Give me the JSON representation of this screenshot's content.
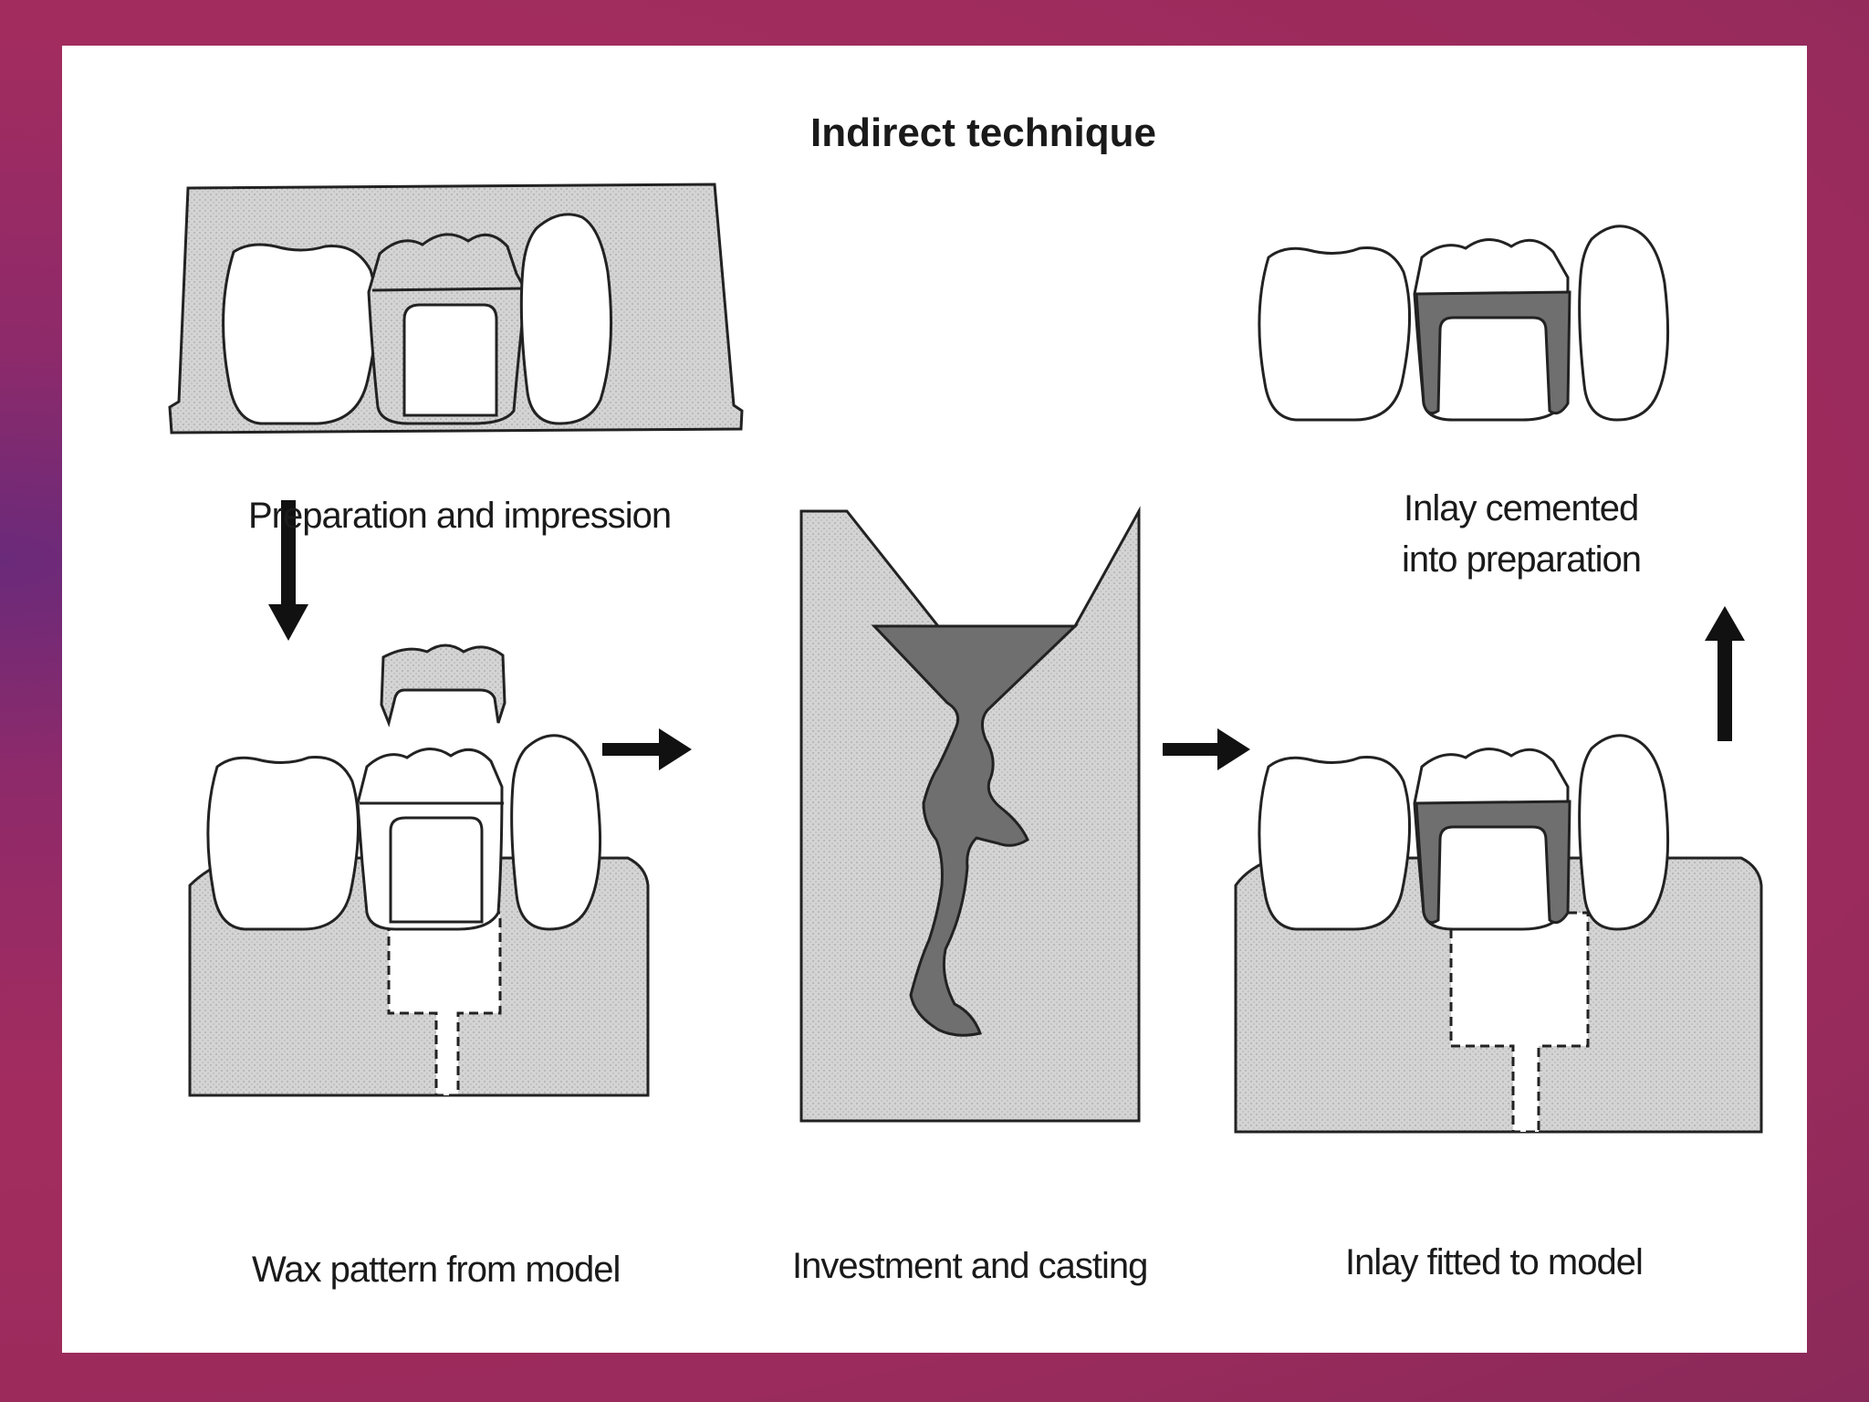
{
  "diagram": {
    "title": "Indirect technique",
    "steps": {
      "preparation": "Preparation and impression",
      "wax_pattern": "Wax pattern from model",
      "investment": "Investment and casting",
      "fitted": "Inlay fitted to model",
      "cemented_line1": "Inlay cemented",
      "cemented_line2": "into preparation"
    },
    "colors": {
      "stone": "#d2d2d2",
      "metal": "#6f6f6f",
      "outline": "#222222",
      "tooth": "#ffffff"
    }
  }
}
